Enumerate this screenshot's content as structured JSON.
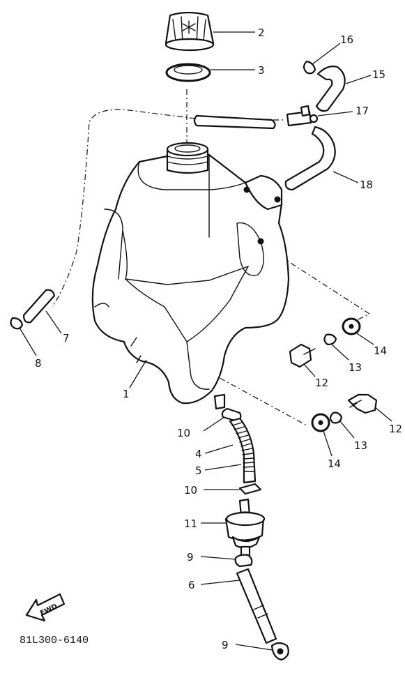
{
  "diagram_code": "81L300-6140",
  "fwd_label": "FWD",
  "callouts": {
    "c1": "1",
    "c2": "2",
    "c3": "3",
    "c4": "4",
    "c5": "5",
    "c6": "6",
    "c7": "7",
    "c8": "8",
    "c9a": "9",
    "c9b": "9",
    "c10a": "10",
    "c10b": "10",
    "c11": "11",
    "c12a": "12",
    "c12b": "12",
    "c13a": "13",
    "c13b": "13",
    "c14a": "14",
    "c14b": "14",
    "c15": "15",
    "c16": "16",
    "c17": "17",
    "c18": "18"
  }
}
